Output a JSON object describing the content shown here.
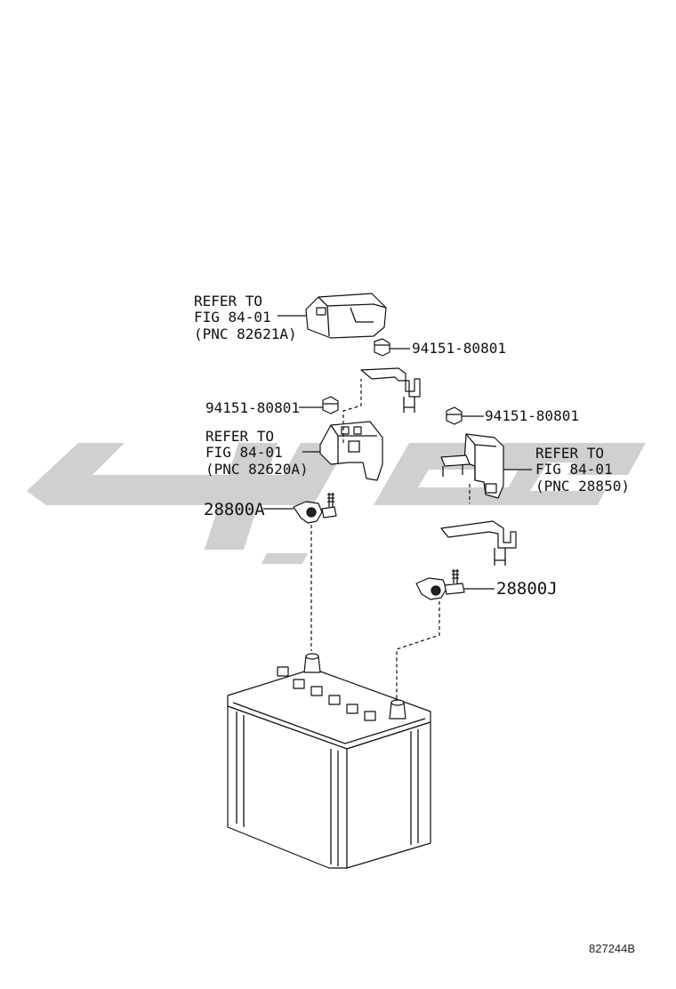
{
  "colors": {
    "ink": "#111111",
    "watermark": "#d0d0d0",
    "background": "#ffffff"
  },
  "callouts": {
    "fuse_box_upper": {
      "line1": "REFER TO",
      "line2": "FIG 84-01",
      "line3": "(PNC 82621A)"
    },
    "nut_1": "94151-80801",
    "nut_2": "94151-80801",
    "nut_3": "94151-80801",
    "fuse_block": {
      "line1": "REFER TO",
      "line2": "FIG 84-01",
      "line3": "(PNC 82620A)"
    },
    "fusible_link": {
      "line1": "REFER TO",
      "line2": "FIG 84-01",
      "line3": "(PNC 28850)"
    },
    "terminal_positive": "28800A",
    "terminal_negative": "28800J"
  },
  "illustration_id": "827244B"
}
